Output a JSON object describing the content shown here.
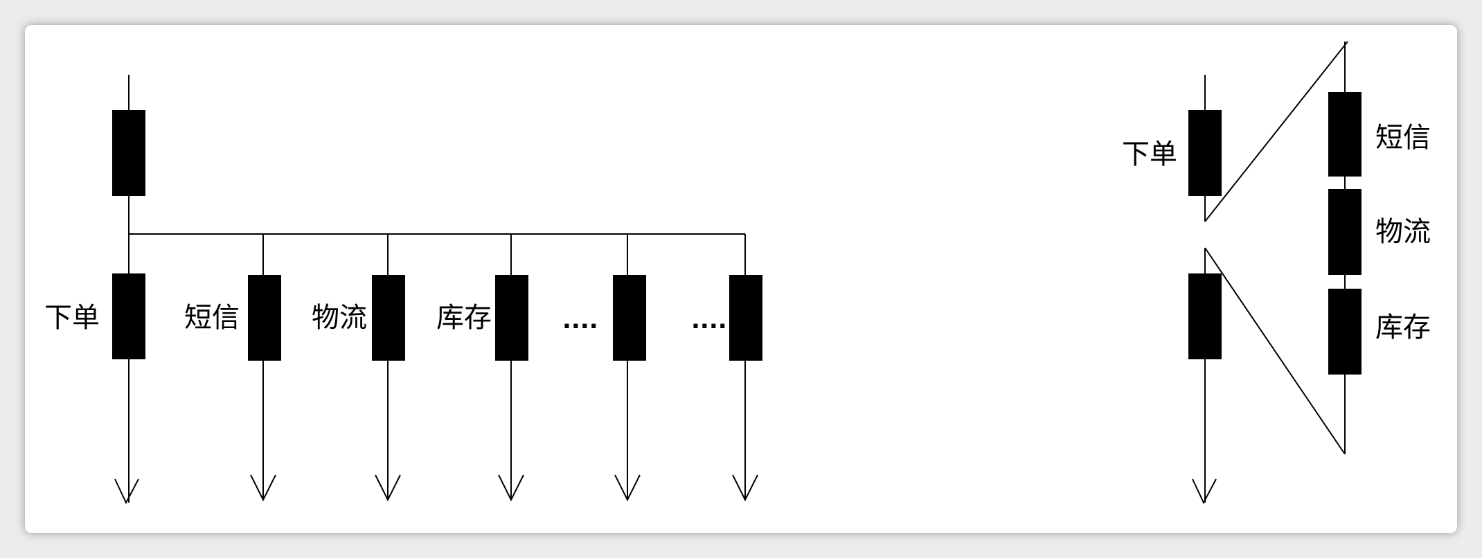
{
  "colors": {
    "background": "#ececec",
    "card": "#ffffff",
    "ink": "#000000"
  },
  "left_diagram": {
    "branches": [
      {
        "label": "下单"
      },
      {
        "label": "短信"
      },
      {
        "label": "物流"
      },
      {
        "label": "库存"
      },
      {
        "label": "...."
      },
      {
        "label": "...."
      }
    ]
  },
  "right_diagram": {
    "main_label": "下单",
    "chain": [
      {
        "label": "短信"
      },
      {
        "label": "物流"
      },
      {
        "label": "库存"
      }
    ]
  }
}
